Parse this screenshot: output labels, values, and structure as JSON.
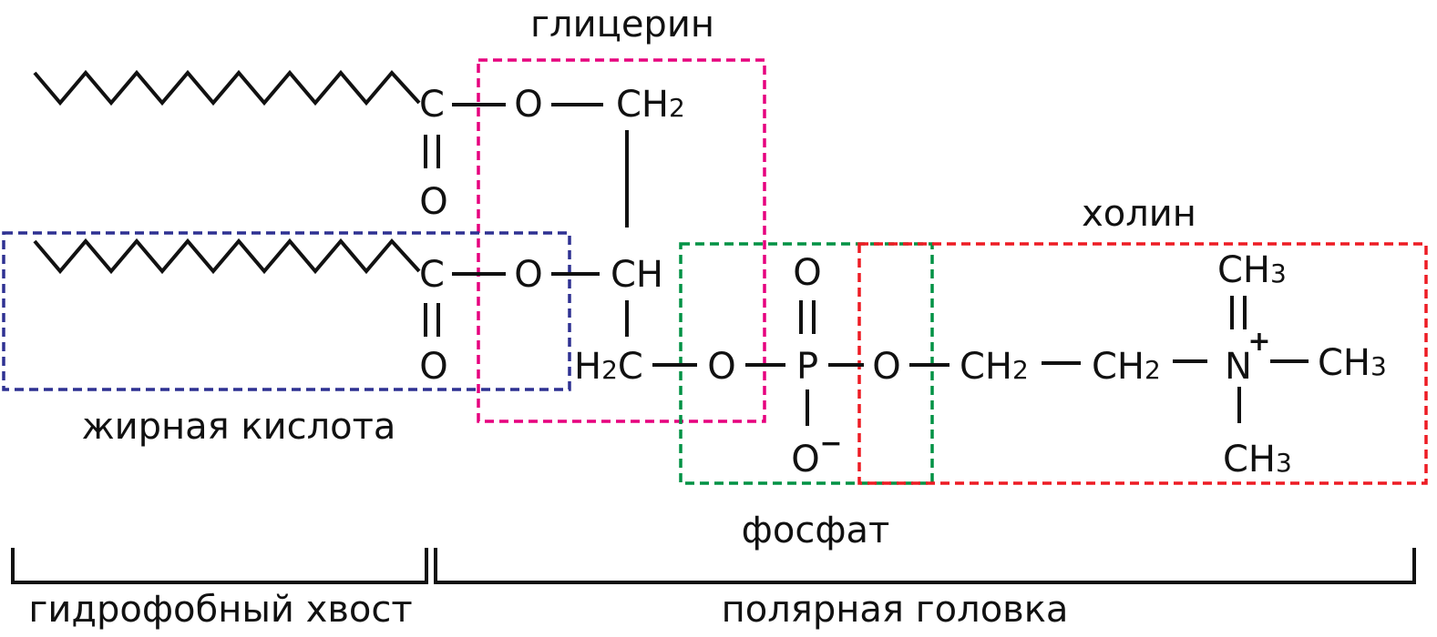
{
  "labels": {
    "glycerol": "глицерин",
    "choline": "холин",
    "fatty_acid": "жирная кислота",
    "phosphate": "фосфат",
    "hydrophobic_tail": "гидрофобный хвост",
    "polar_head": "полярная головка"
  },
  "atoms": {
    "carbon": "C",
    "oxygen": "O",
    "phosphorus": "P",
    "nitrogen": "N",
    "ch": "CH",
    "h": "H",
    "sub_2": "2",
    "sub_3": "3",
    "plus": "+",
    "minus": "−"
  },
  "colors": {
    "glycerol_box": "#e6007e",
    "fatty_acid_box": "#2e3192",
    "phosphate_box": "#009245",
    "choline_box": "#ed1c24",
    "ink": "#111111"
  }
}
